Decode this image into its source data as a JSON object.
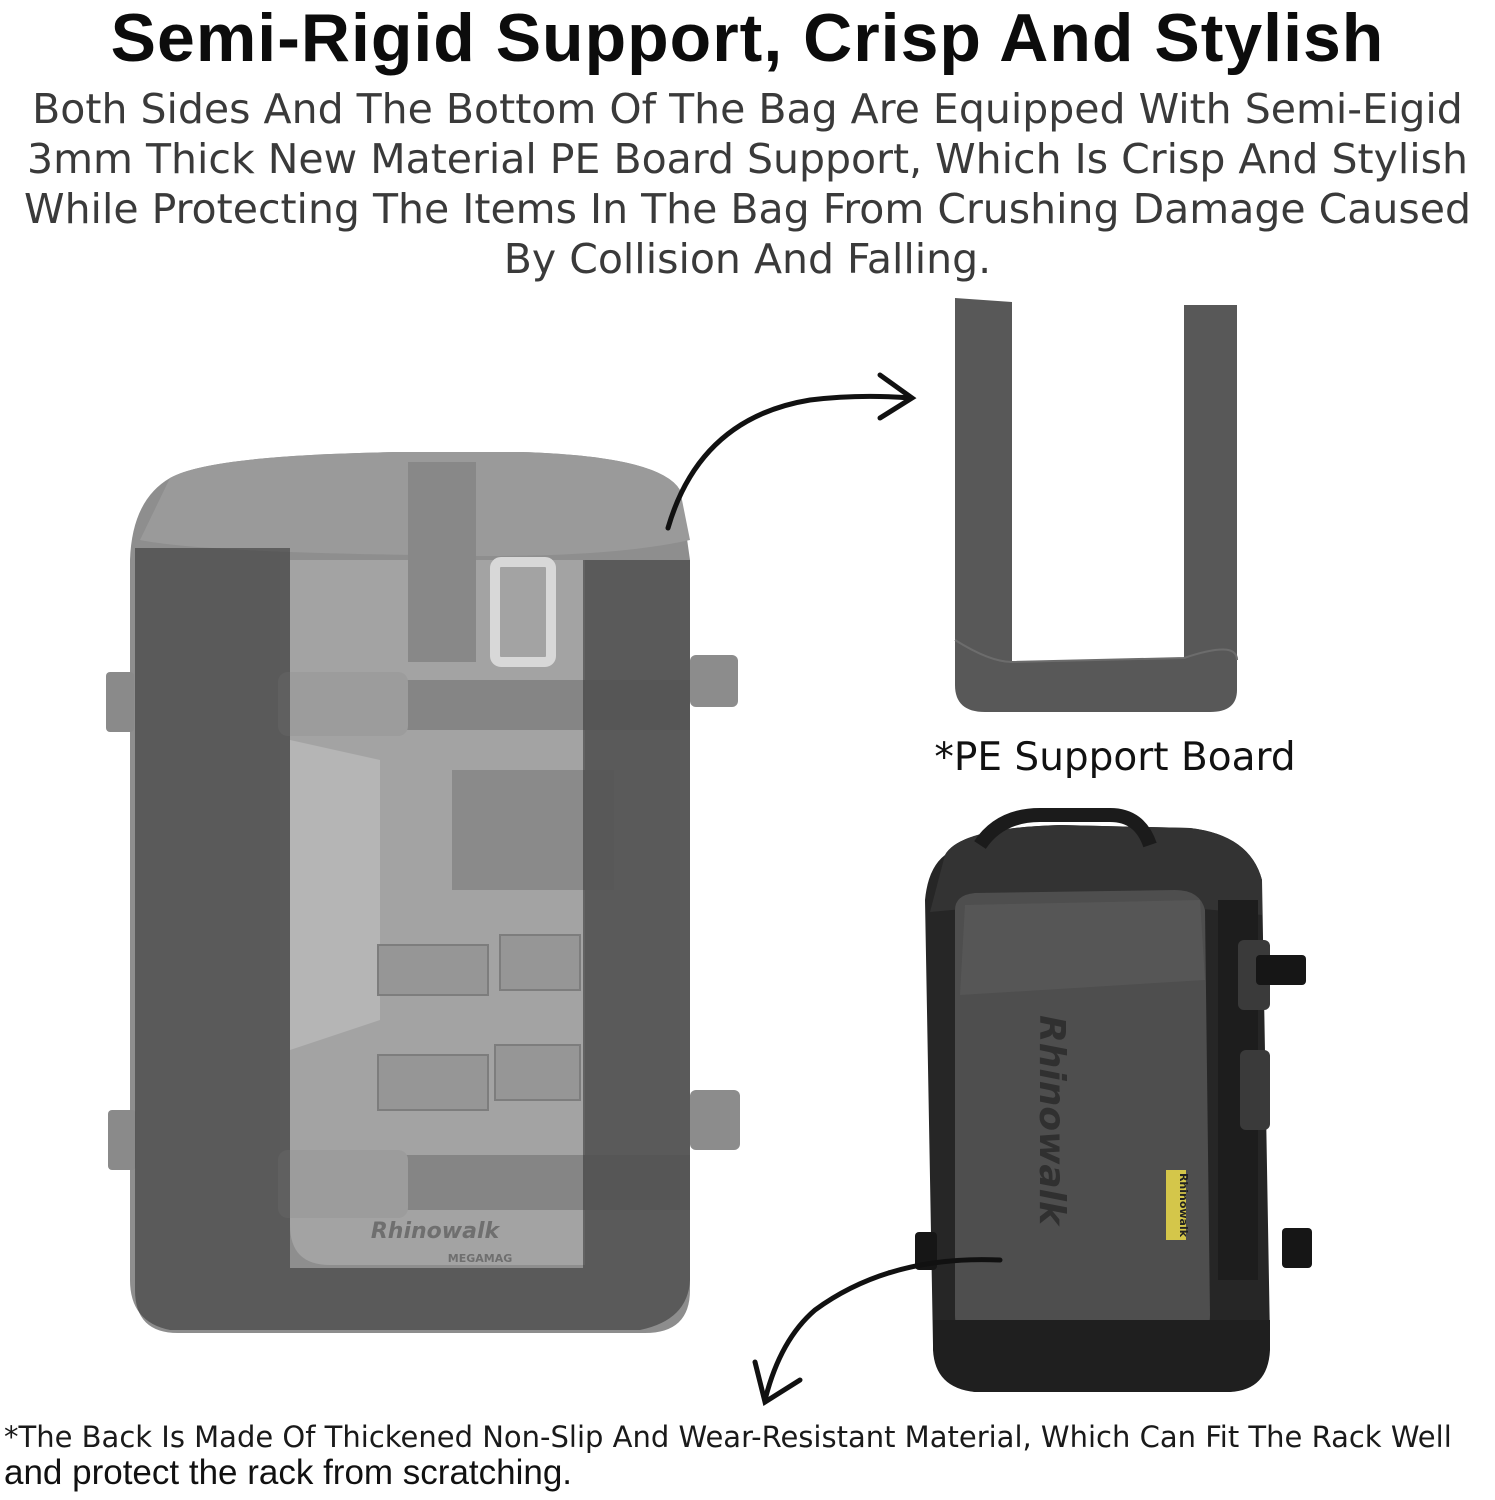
{
  "heading": {
    "title": "Semi-Rigid Support, Crisp And Stylish",
    "description": "Both Sides And The Bottom Of The Bag Are Equipped With Semi-Eigid\n3mm Thick New Material PE Board Support, Which Is Crisp And Stylish\nWhile Protecting The Items In The Bag From Crushing Damage Caused\nBy Collision And Falling."
  },
  "left_bag": {
    "brand": "Rhinowalk",
    "sub_brand": "MEGAMAG"
  },
  "pe_board": {
    "label": "*PE Support Board"
  },
  "right_bag": {
    "brand": "Rhinowalk",
    "tag": "Rhinowalk"
  },
  "footer": {
    "note_part1": "*The Back Is Made Of Thickened Non-Slip And Wear-Resistant Material, Which Can Fit The Rack Well",
    "note_part2": " and protect the rack from scratching."
  }
}
